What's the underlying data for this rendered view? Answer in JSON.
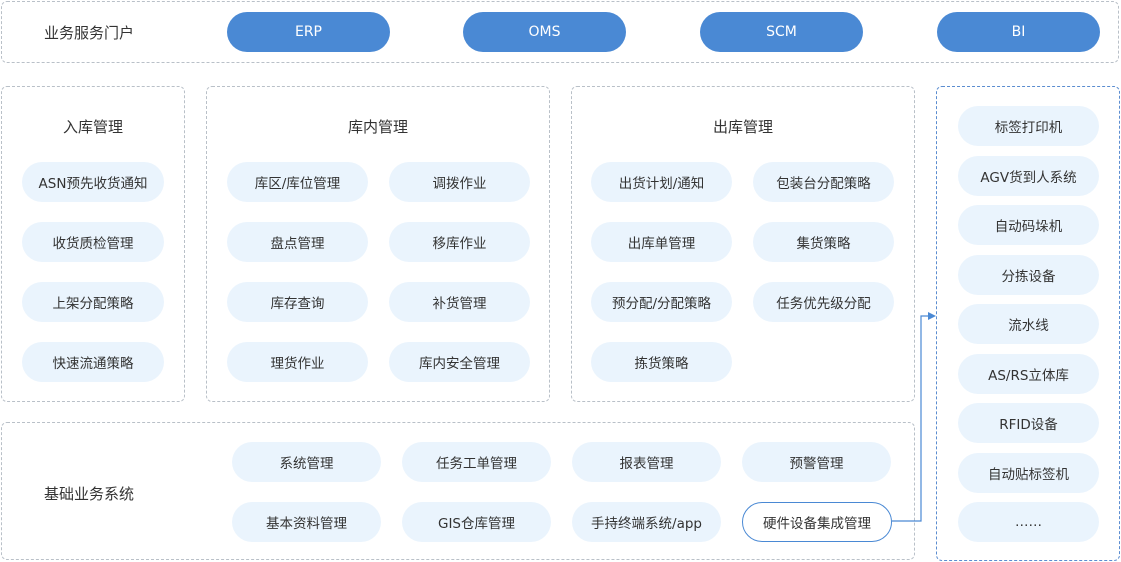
{
  "portal": {
    "label": "业务服务门户",
    "buttons": [
      "ERP",
      "OMS",
      "SCM",
      "BI"
    ]
  },
  "inbound": {
    "title": "入库管理",
    "items": [
      "ASN预先收货通知",
      "收货质检管理",
      "上架分配策略",
      "快速流通策略"
    ]
  },
  "inventory": {
    "title": "库内管理",
    "items": [
      "库区/库位管理",
      "调拨作业",
      "盘点管理",
      "移库作业",
      "库存查询",
      "补货管理",
      "理货作业",
      "库内安全管理"
    ]
  },
  "outbound": {
    "title": "出库管理",
    "items": [
      "出货计划/通知",
      "包装台分配策略",
      "出库单管理",
      "集货策略",
      "预分配/分配策略",
      "任务优先级分配",
      "拣货策略"
    ]
  },
  "basic": {
    "label": "基础业务系统",
    "items": [
      "系统管理",
      "任务工单管理",
      "报表管理",
      "预警管理",
      "基本资料管理",
      "GIS仓库管理",
      "手持终端系统/app",
      "硬件设备集成管理"
    ]
  },
  "hardware": {
    "items": [
      "标签打印机",
      "AGV货到人系统",
      "自动码垛机",
      "分拣设备",
      "流水线",
      "AS/RS立体库",
      "RFID设备",
      "自动贴标签机",
      "……"
    ]
  },
  "colors": {
    "accent": "#4a89d4",
    "pill_bg": "#eaf4fd",
    "border": "#b9c0c8"
  }
}
